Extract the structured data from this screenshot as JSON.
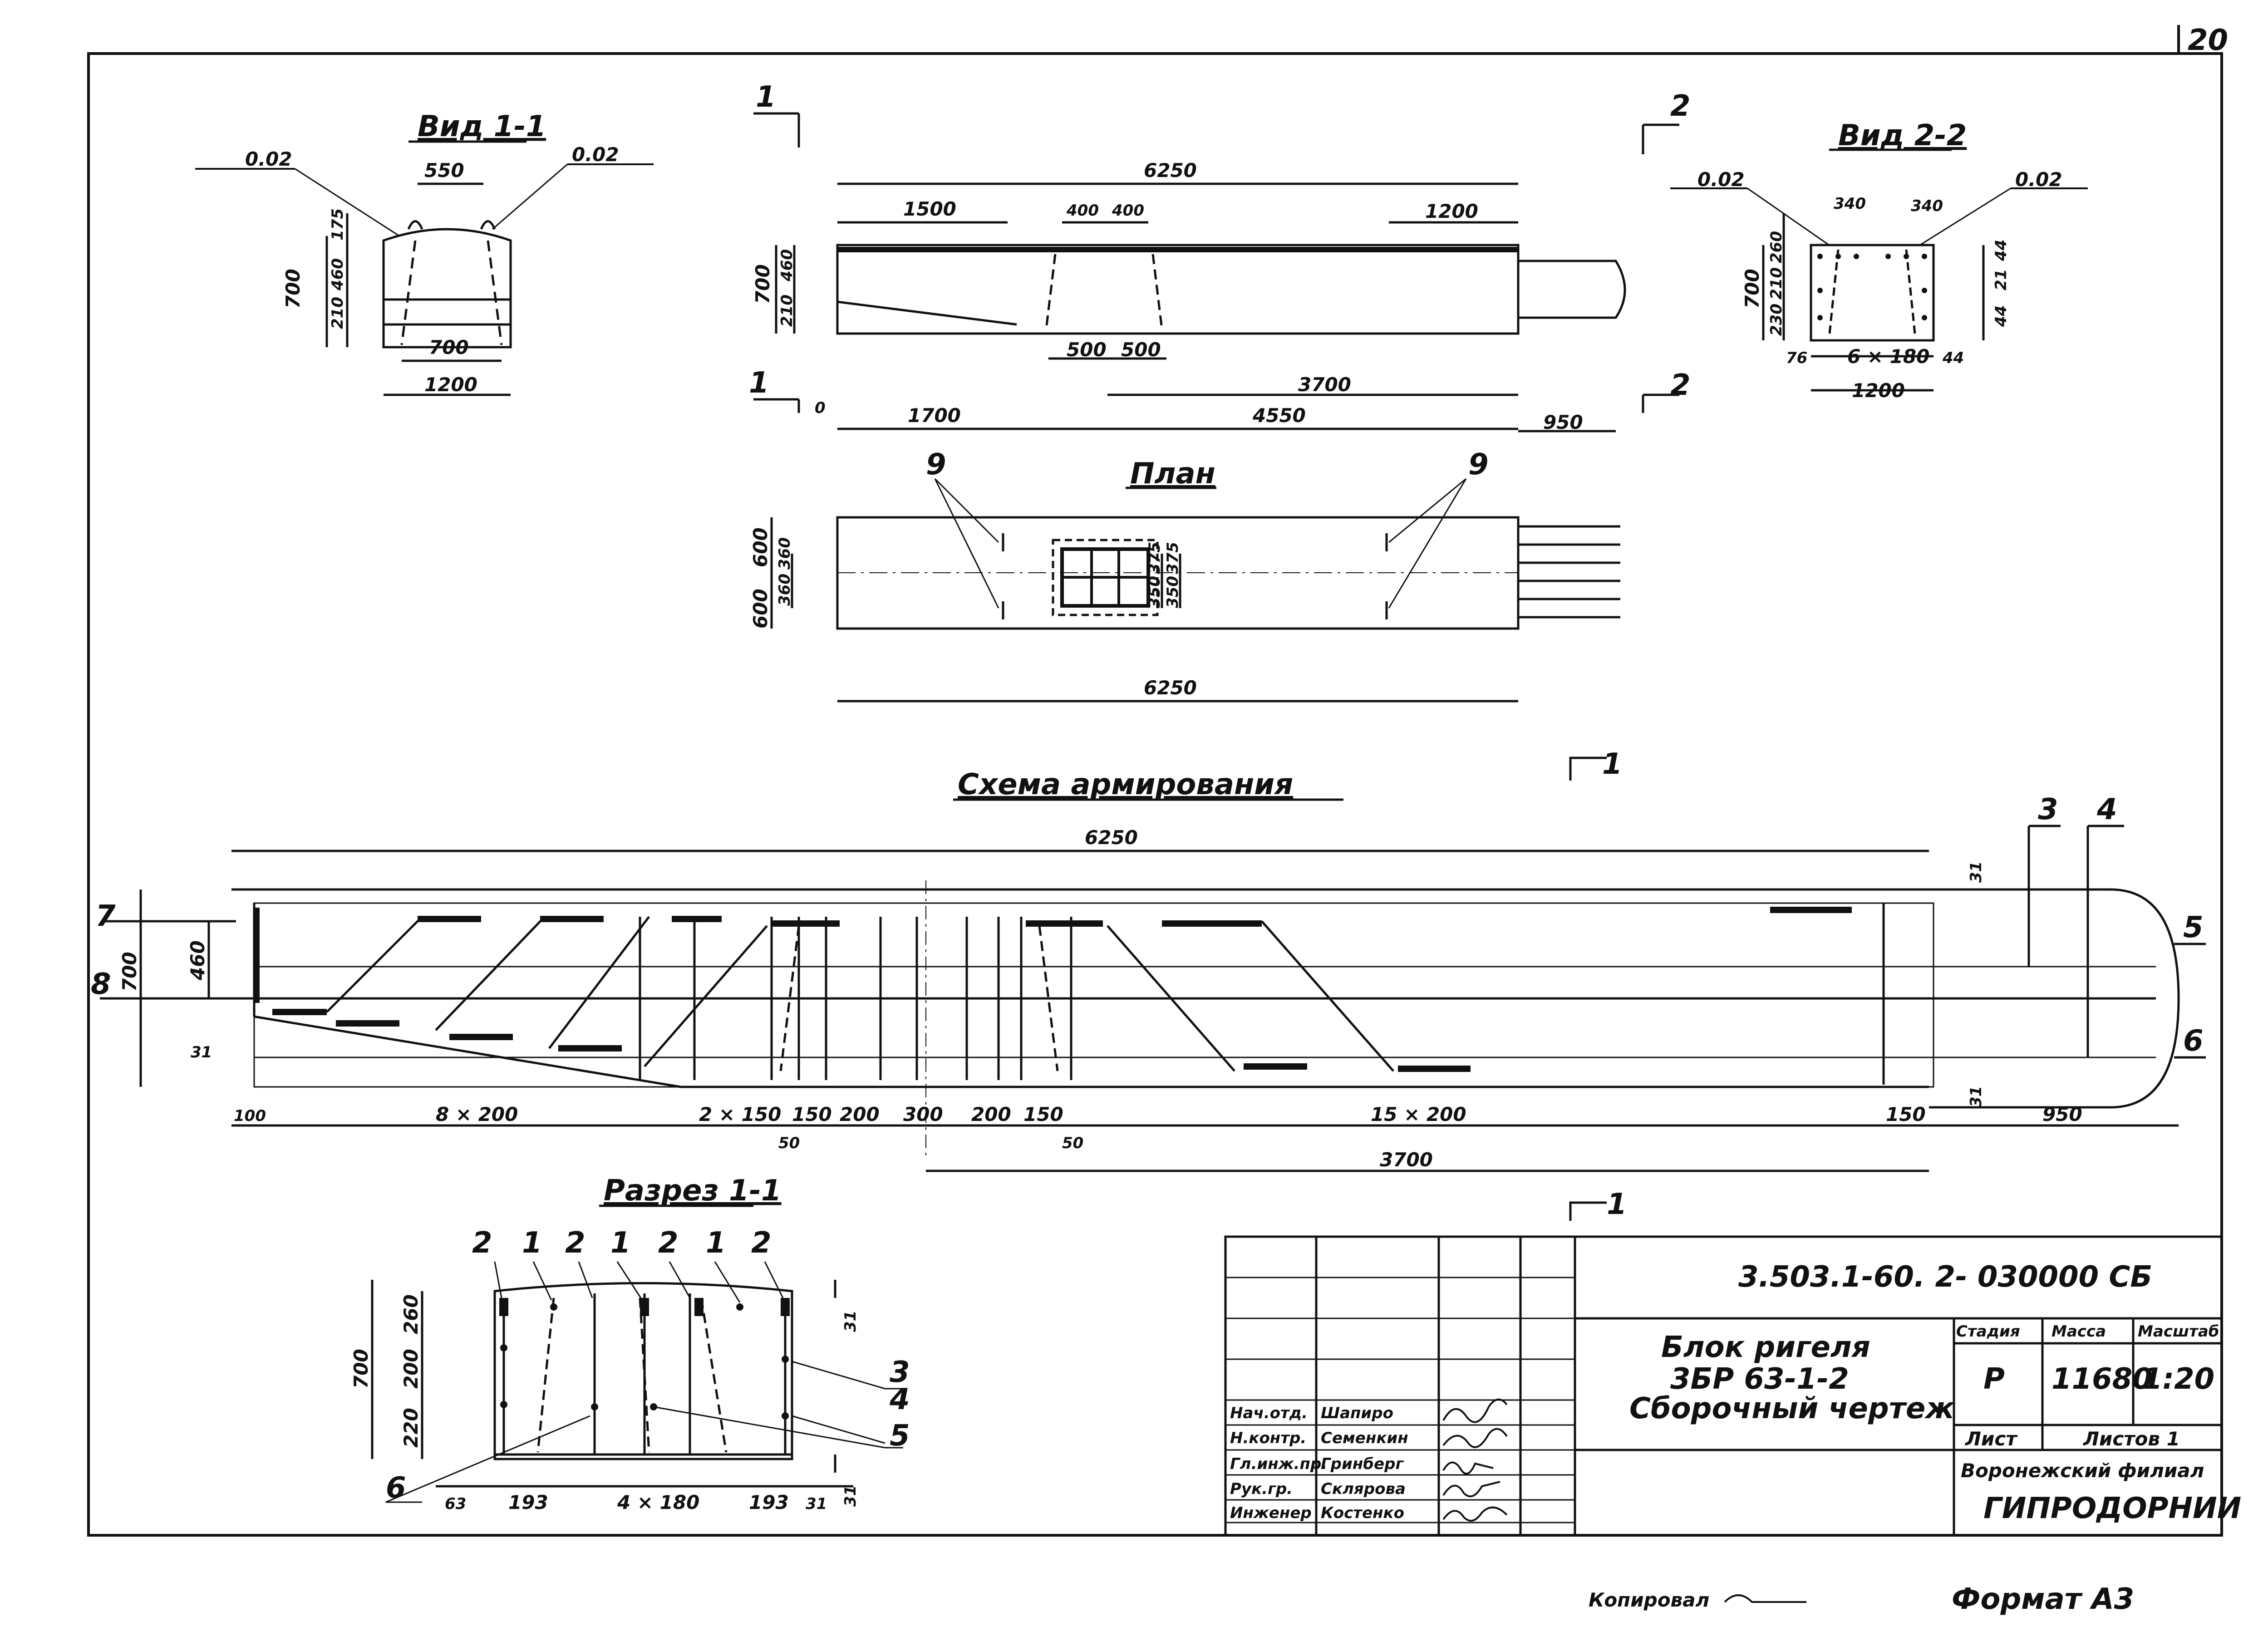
{
  "sheet": {
    "page_number": "20",
    "code": "3.503.1-60. 2- 030000 СБ",
    "format": "Формат А3",
    "copied_by": "Копировал"
  },
  "views": {
    "vid11": {
      "title": "Вид 1-1",
      "slope_left": "0.02",
      "slope_right": "0.02",
      "dims": [
        "550",
        "700",
        "1200",
        "700",
        "175",
        "460",
        "210"
      ]
    },
    "elevation": {
      "section_mark": "1",
      "section_mark2": "2",
      "dims_top": [
        "6250",
        "1500",
        "400",
        "400",
        "1200"
      ],
      "dims_mid": [
        "500",
        "500",
        "3700"
      ],
      "dims_bottom": [
        "1700",
        "4550",
        "950"
      ],
      "dims_left": [
        "700",
        "460",
        "210"
      ],
      "origin": "0"
    },
    "vid22": {
      "title": "Вид 2-2",
      "slope_left": "0.02",
      "slope_right": "0.02",
      "dims": [
        "340",
        "340",
        "76",
        "6 × 180",
        "44",
        "1200",
        "700",
        "260",
        "210",
        "230",
        "44",
        "21",
        "44"
      ]
    },
    "plan": {
      "title": "План",
      "callouts": [
        "9",
        "9"
      ],
      "dims_left": [
        "600",
        "600",
        "360",
        "360"
      ],
      "dims_inner": [
        "375",
        "375",
        "350",
        "350"
      ],
      "dim_bottom": "6250"
    },
    "scheme": {
      "title": "Схема армирования",
      "section_mark": "1",
      "dim_total": "6250",
      "dims_bottom": [
        "100",
        "8 × 200",
        "2 × 150",
        "150",
        "200",
        "300",
        "200",
        "150",
        "15 × 200",
        "150",
        "950"
      ],
      "dims_sub": [
        "50",
        "50"
      ],
      "dim_3700": "3700",
      "dims_left": [
        "700",
        "460",
        "31"
      ],
      "callouts": [
        "7",
        "8",
        "3",
        "4",
        "5",
        "6"
      ],
      "dims_right": [
        "31",
        "31"
      ]
    },
    "section11": {
      "title": "Разрез 1-1",
      "callouts_top": [
        "2",
        "1",
        "2",
        "1",
        "2",
        "1",
        "2"
      ],
      "callouts_right": [
        "3",
        "4",
        "5"
      ],
      "callout_left": "6",
      "dims_left": [
        "700",
        "260",
        "200",
        "220"
      ],
      "dims_bottom": [
        "63",
        "193",
        "4 × 180",
        "193",
        "31"
      ],
      "dims_right": [
        "31",
        "31"
      ]
    }
  },
  "title_block": {
    "name_lines": [
      "Блок ригеля",
      "3БР 63-1-2",
      "Сборочный чертеж"
    ],
    "stage_label": "Стадия",
    "mass_label": "Масса",
    "scale_label": "Масштаб",
    "stage": "Р",
    "mass": "11680",
    "scale": "1:20",
    "sheet_label": "Лист",
    "sheets_label": "Листов 1",
    "org_line1": "Воронежский филиал",
    "org_line2": "ГИПРОДОРНИИ",
    "people": [
      {
        "role": "Нач.отд.",
        "name": "Шапиро"
      },
      {
        "role": "Н.контр.",
        "name": "Семенкин"
      },
      {
        "role": "Гл.инж.пр.",
        "name": "Гринберг"
      },
      {
        "role": "Рук.гр.",
        "name": "Склярова"
      },
      {
        "role": "Инженер",
        "name": "Костенко"
      }
    ]
  }
}
